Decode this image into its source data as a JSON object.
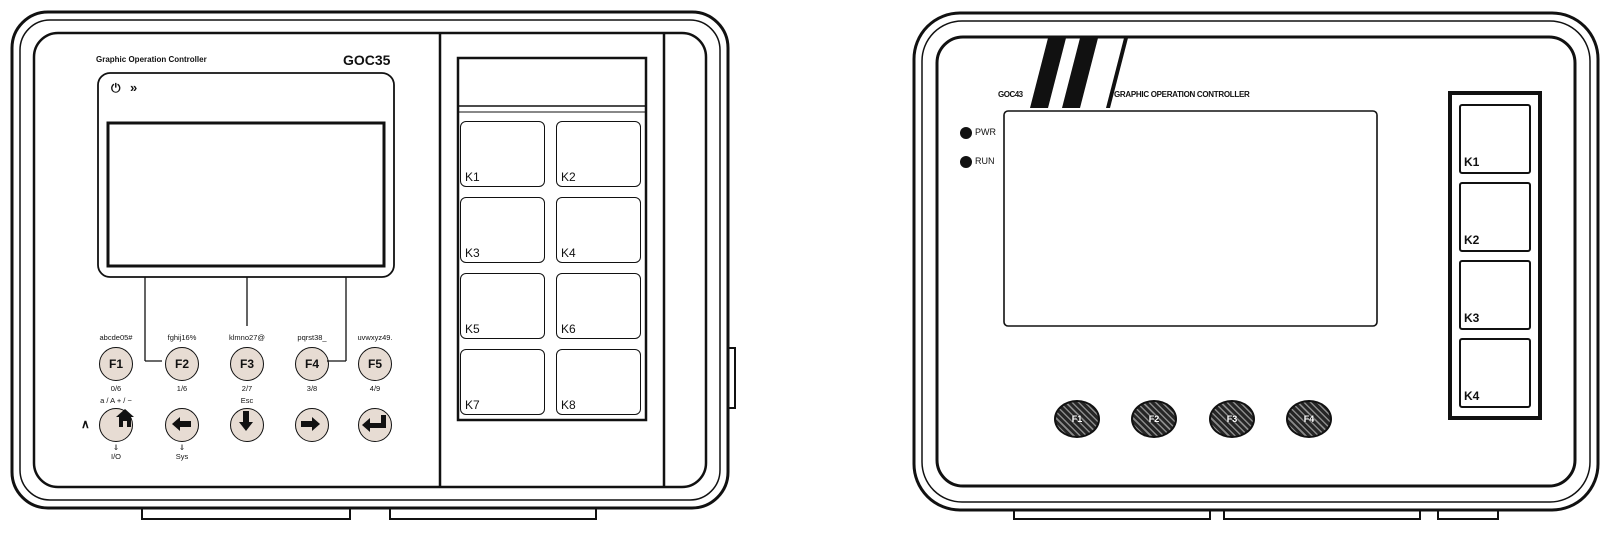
{
  "goc35": {
    "brand_text": "Graphic Operation Controller",
    "model": "GOC35",
    "status_power_glyph": "⏻",
    "status_comm_glyph": "»",
    "up_arrow": "∧",
    "keys": [
      {
        "label": "K1"
      },
      {
        "label": "K2"
      },
      {
        "label": "K3"
      },
      {
        "label": "K4"
      },
      {
        "label": "K5"
      },
      {
        "label": "K6"
      },
      {
        "label": "K7"
      },
      {
        "label": "K8"
      }
    ],
    "function_keys": [
      {
        "label": "F1",
        "top": "abcde05#",
        "bottom": "0/6"
      },
      {
        "label": "F2",
        "top": "fghij16%",
        "bottom": "1/6"
      },
      {
        "label": "F3",
        "top": "klmno27@",
        "bottom": "2/7"
      },
      {
        "label": "F4",
        "top": "pqrst38_",
        "bottom": "3/8"
      },
      {
        "label": "F5",
        "top": "uvwxyz49.",
        "bottom": "4/9"
      }
    ],
    "nav_keys": [
      {
        "icon": "home-icon",
        "top": "a / A  + / −",
        "bottom": "⇓\nI/O"
      },
      {
        "icon": "arrow-left-icon",
        "top": "",
        "bottom": "⇓\nSys"
      },
      {
        "icon": "arrow-down-icon",
        "top": "Esc",
        "bottom": ""
      },
      {
        "icon": "arrow-right-icon",
        "top": "",
        "bottom": ""
      },
      {
        "icon": "enter-icon",
        "top": "",
        "bottom": ""
      }
    ]
  },
  "goc43": {
    "model": "GOC43",
    "brand_text": "GRAPHIC OPERATION CONTROLLER",
    "leds": [
      {
        "label": "PWR"
      },
      {
        "label": "RUN"
      }
    ],
    "keys": [
      {
        "label": "K1"
      },
      {
        "label": "K2"
      },
      {
        "label": "K3"
      },
      {
        "label": "K4"
      }
    ],
    "function_keys": [
      {
        "label": "F1"
      },
      {
        "label": "F2"
      },
      {
        "label": "F3"
      },
      {
        "label": "F4"
      }
    ]
  },
  "colors": {
    "outline": "#111111",
    "key_fill": "#e7dcd3",
    "dark_key": "#2a2a2a"
  }
}
